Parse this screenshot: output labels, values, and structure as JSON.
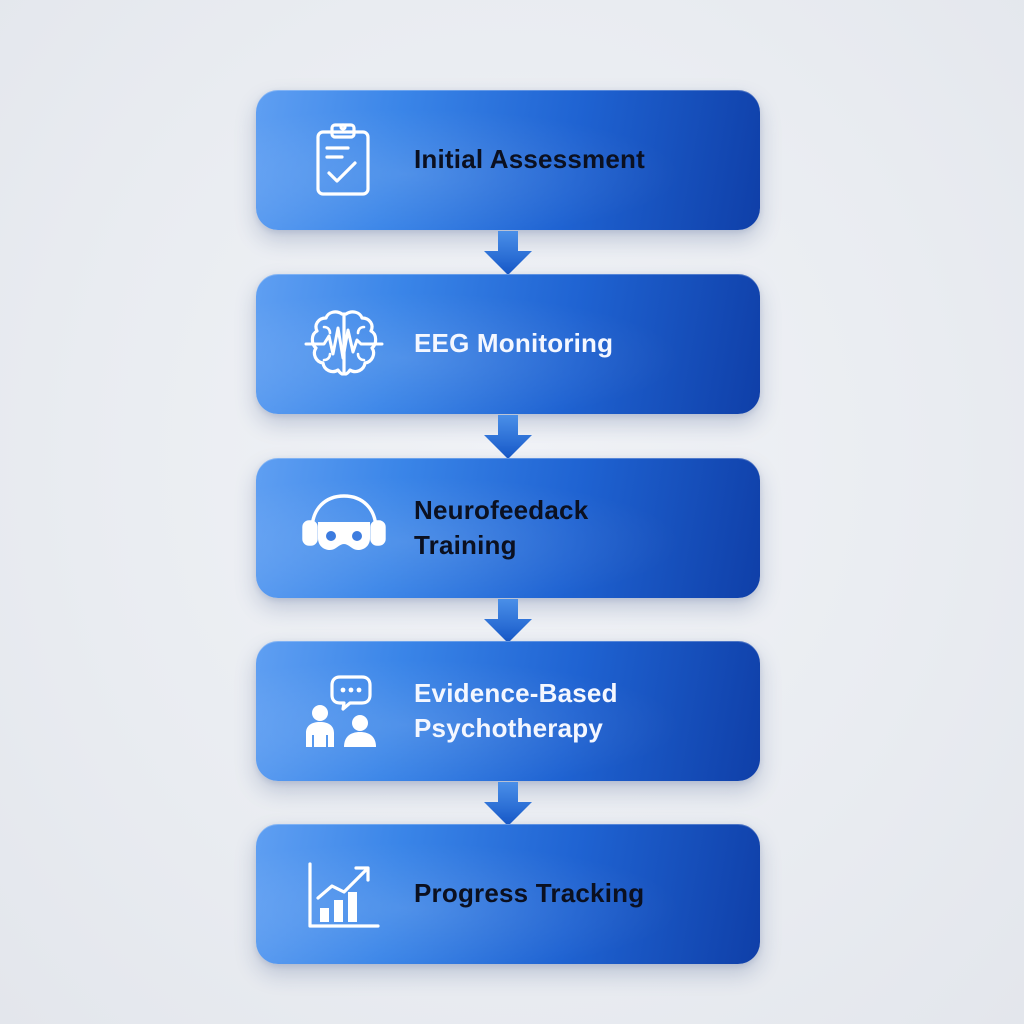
{
  "steps": [
    {
      "id": "initial-assessment",
      "lines": [
        "Initial Assessment"
      ],
      "icon": "clipboard-check-icon",
      "text_color": "dark"
    },
    {
      "id": "eeg-monitoring",
      "lines": [
        "EEG Monitoring"
      ],
      "icon": "brain-wave-icon",
      "text_color": "light"
    },
    {
      "id": "neurofeedback-training",
      "lines": [
        "Neurofeedack",
        "Training"
      ],
      "icon": "headset-goggles-icon",
      "text_color": "dark"
    },
    {
      "id": "evidence-based-psychotherapy",
      "lines": [
        "Evidence-Based",
        "Psychotherapy"
      ],
      "icon": "people-conversation-icon",
      "text_color": "light"
    },
    {
      "id": "progress-tracking",
      "lines": [
        "Progress Tracking"
      ],
      "icon": "growth-chart-icon",
      "text_color": "dark"
    }
  ],
  "colors": {
    "box_start": "#5f9ff2",
    "box_end": "#0f3fa8",
    "arrow": "#1f6fdc",
    "text_dark": "#0b1020",
    "text_light": "#f4f7ff",
    "background": "#eceef2"
  }
}
